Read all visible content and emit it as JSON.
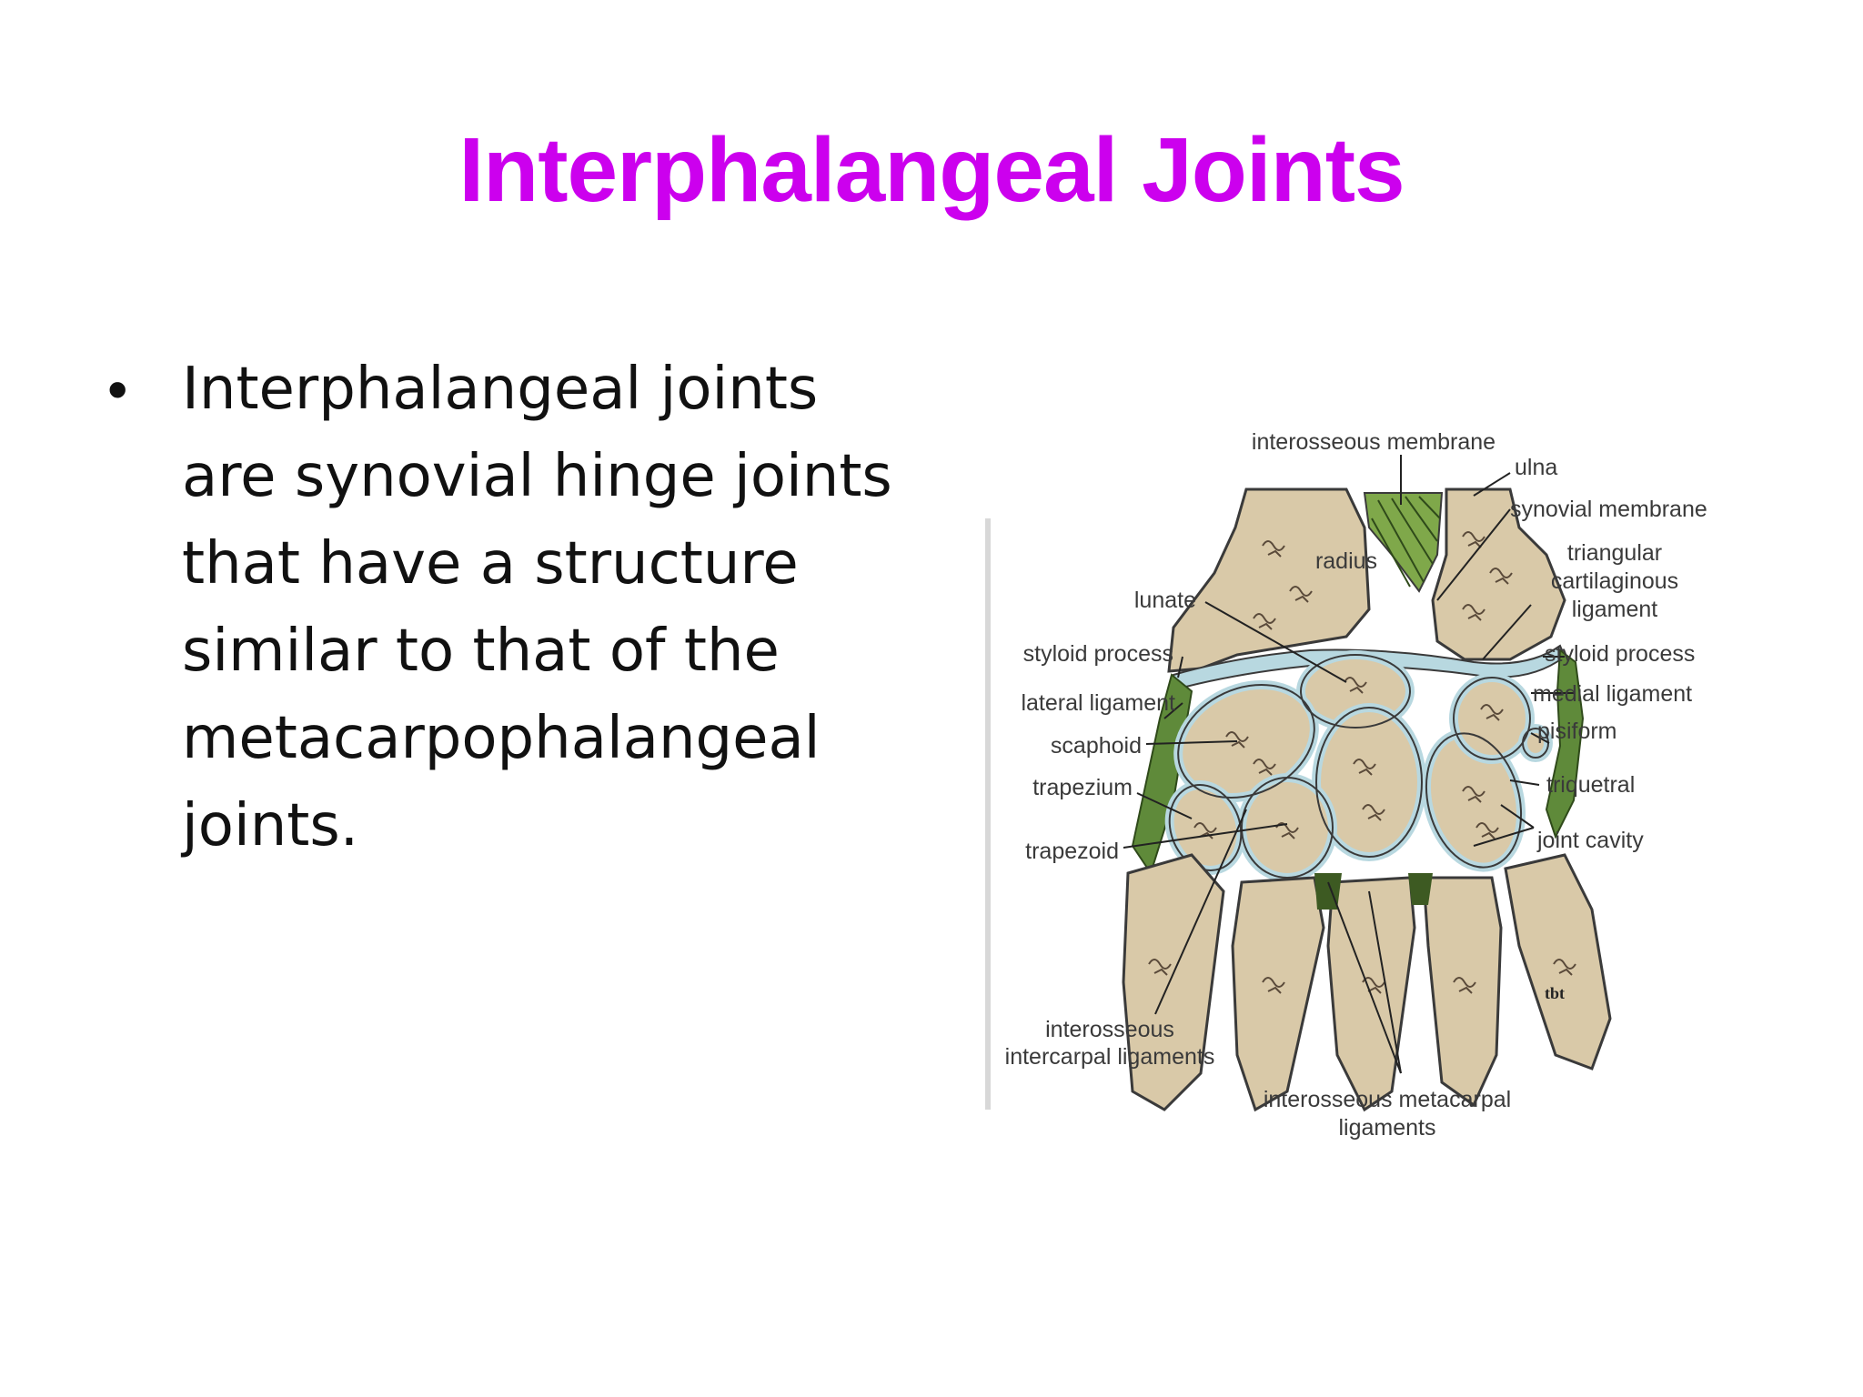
{
  "slide": {
    "title": "Interphalangeal Joints",
    "title_color": "#cc00ee",
    "bullets": [
      "Interphalangeal joints\nare synovial hinge joints\nthat have a structure\nsimilar to that of the\nmetacarpophalangeal\njoints."
    ]
  },
  "diagram": {
    "labels": {
      "interosseous_membrane": "interosseous membrane",
      "ulna": "ulna",
      "synovial_membrane": "synovial membrane",
      "radius": "radius",
      "triangular_line1": "triangular",
      "triangular_line2": "cartilaginous",
      "triangular_line3": "ligament",
      "lunate": "lunate",
      "styloid_process_left": "styloid process",
      "styloid_process_right": "styloid process",
      "medial_ligament": "medial ligament",
      "lateral_ligament": "lateral ligament",
      "pisiform": "pisiform",
      "scaphoid": "scaphoid",
      "triquetral": "triquetral",
      "trapezium": "trapezium",
      "joint_cavity": "joint cavity",
      "trapezoid": "trapezoid",
      "interosseous_intercarpal_1": "interosseous",
      "interosseous_intercarpal_2": "intercarpal ligaments",
      "interosseous_metacarpal_1": "interosseous metacarpal",
      "interosseous_metacarpal_2": "ligaments",
      "signature": "tbt"
    },
    "colors": {
      "bone": "#d9c9a8",
      "bone_outline": "#3a3a3a",
      "cartilage": "#b8d8e0",
      "ligament": "#5f8a3a",
      "membrane": "#7fa84a"
    }
  }
}
